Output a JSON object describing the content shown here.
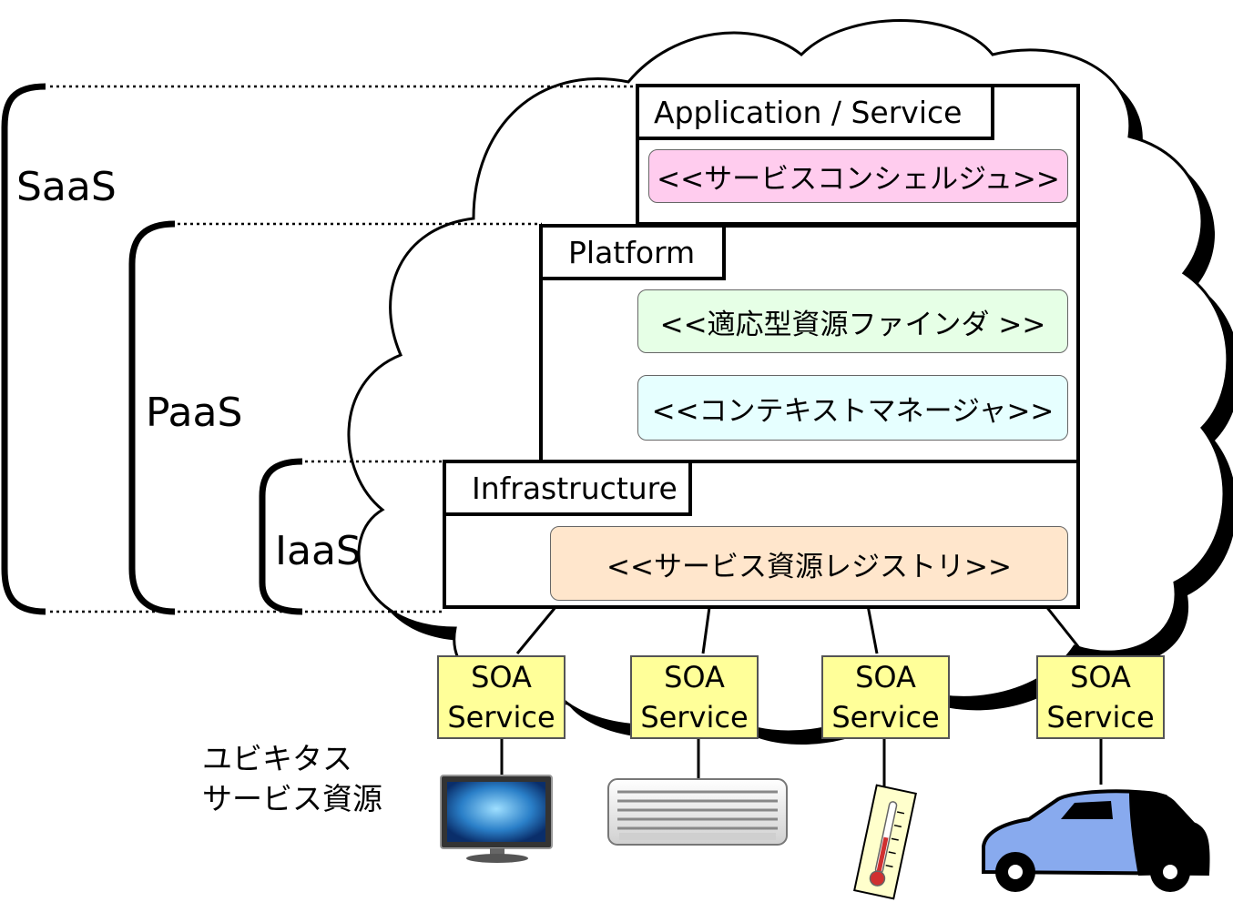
{
  "layers": {
    "application": {
      "title": "Application / Service",
      "component": "<<サービスコンシェルジュ>>"
    },
    "platform": {
      "title": "Platform",
      "components": [
        "<<適応型資源ファインダ >>",
        "<<コンテキストマネージャ>>"
      ]
    },
    "infrastructure": {
      "title": "Infrastructure",
      "component": "<<サービス資源レジストリ>>"
    }
  },
  "brackets": {
    "saas": "SaaS",
    "paas": "PaaS",
    "iaas": "IaaS"
  },
  "soa_services": [
    {
      "line1": "SOA",
      "line2": "Service",
      "device": "tv-icon"
    },
    {
      "line1": "SOA",
      "line2": "Service",
      "device": "air-conditioner-icon"
    },
    {
      "line1": "SOA",
      "line2": "Service",
      "device": "thermometer-icon"
    },
    {
      "line1": "SOA",
      "line2": "Service",
      "device": "car-icon"
    }
  ],
  "resources_label": {
    "line1": "ユビキタス",
    "line2": "サービス資源"
  },
  "colors": {
    "concierge": "#ffccee",
    "finder": "#e6ffe6",
    "context_manager": "#e6ffff",
    "registry": "#ffe6cc",
    "soa": "#ffff99",
    "car": "#88aaee"
  }
}
